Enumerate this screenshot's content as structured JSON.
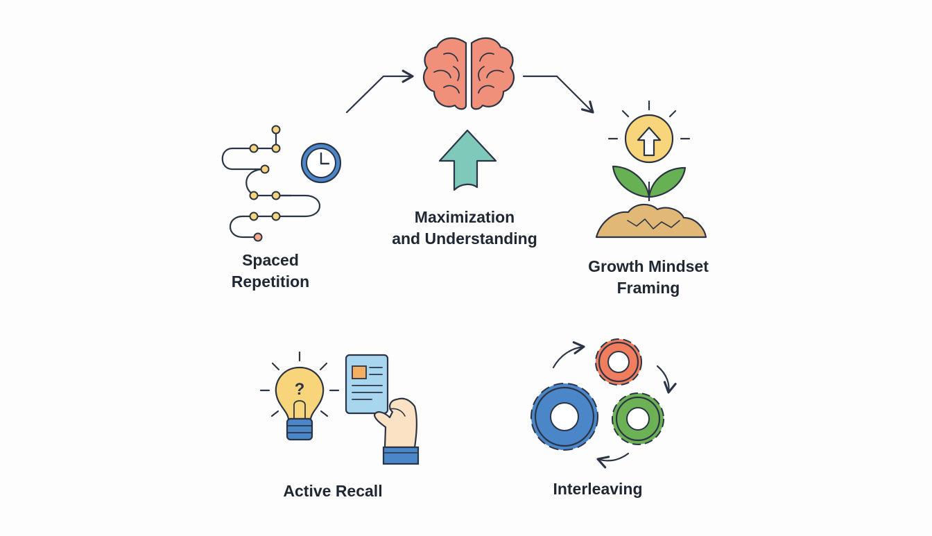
{
  "center": {
    "lines": [
      "Maximization",
      "and Understanding"
    ]
  },
  "nodes": {
    "spaced_repetition": {
      "lines": [
        "Spaced",
        "Repetition"
      ]
    },
    "growth_mindset": {
      "lines": [
        "Growth Mindset",
        "Framing"
      ]
    },
    "active_recall": {
      "lines": [
        "Active Recall"
      ]
    },
    "interleaving": {
      "lines": [
        "Interleaving"
      ]
    }
  },
  "icons": {
    "center": "brain-icon",
    "up_arrow": "up-arrow-icon",
    "spaced_repetition": [
      "timeline-path-icon",
      "clock-icon"
    ],
    "growth_mindset": [
      "sun-up-arrow-icon",
      "sprout-icon"
    ],
    "active_recall": [
      "lightbulb-question-icon",
      "hand-holding-card-icon"
    ],
    "interleaving": [
      "gears-cycle-icon"
    ]
  },
  "colors": {
    "stroke": "#2b3444",
    "brain": "#f0907a",
    "arrow_teal": "#7fc9bb",
    "timeline_dot": "#f6d57c",
    "dot_accent": "#f4a98a",
    "clock_blue": "#4a86c8",
    "sun_yellow": "#f8d47a",
    "leaf_green": "#67b154",
    "soil": "#e2b877",
    "bulb_yellow": "#f8d47a",
    "bulb_base": "#4a86c8",
    "card_blue": "#a9d6ef",
    "card_orange": "#f4b060",
    "skin": "#fbe2c5",
    "gear_blue": "#4a86c8",
    "gear_orange": "#ef7d5e",
    "gear_green": "#6cb155"
  }
}
